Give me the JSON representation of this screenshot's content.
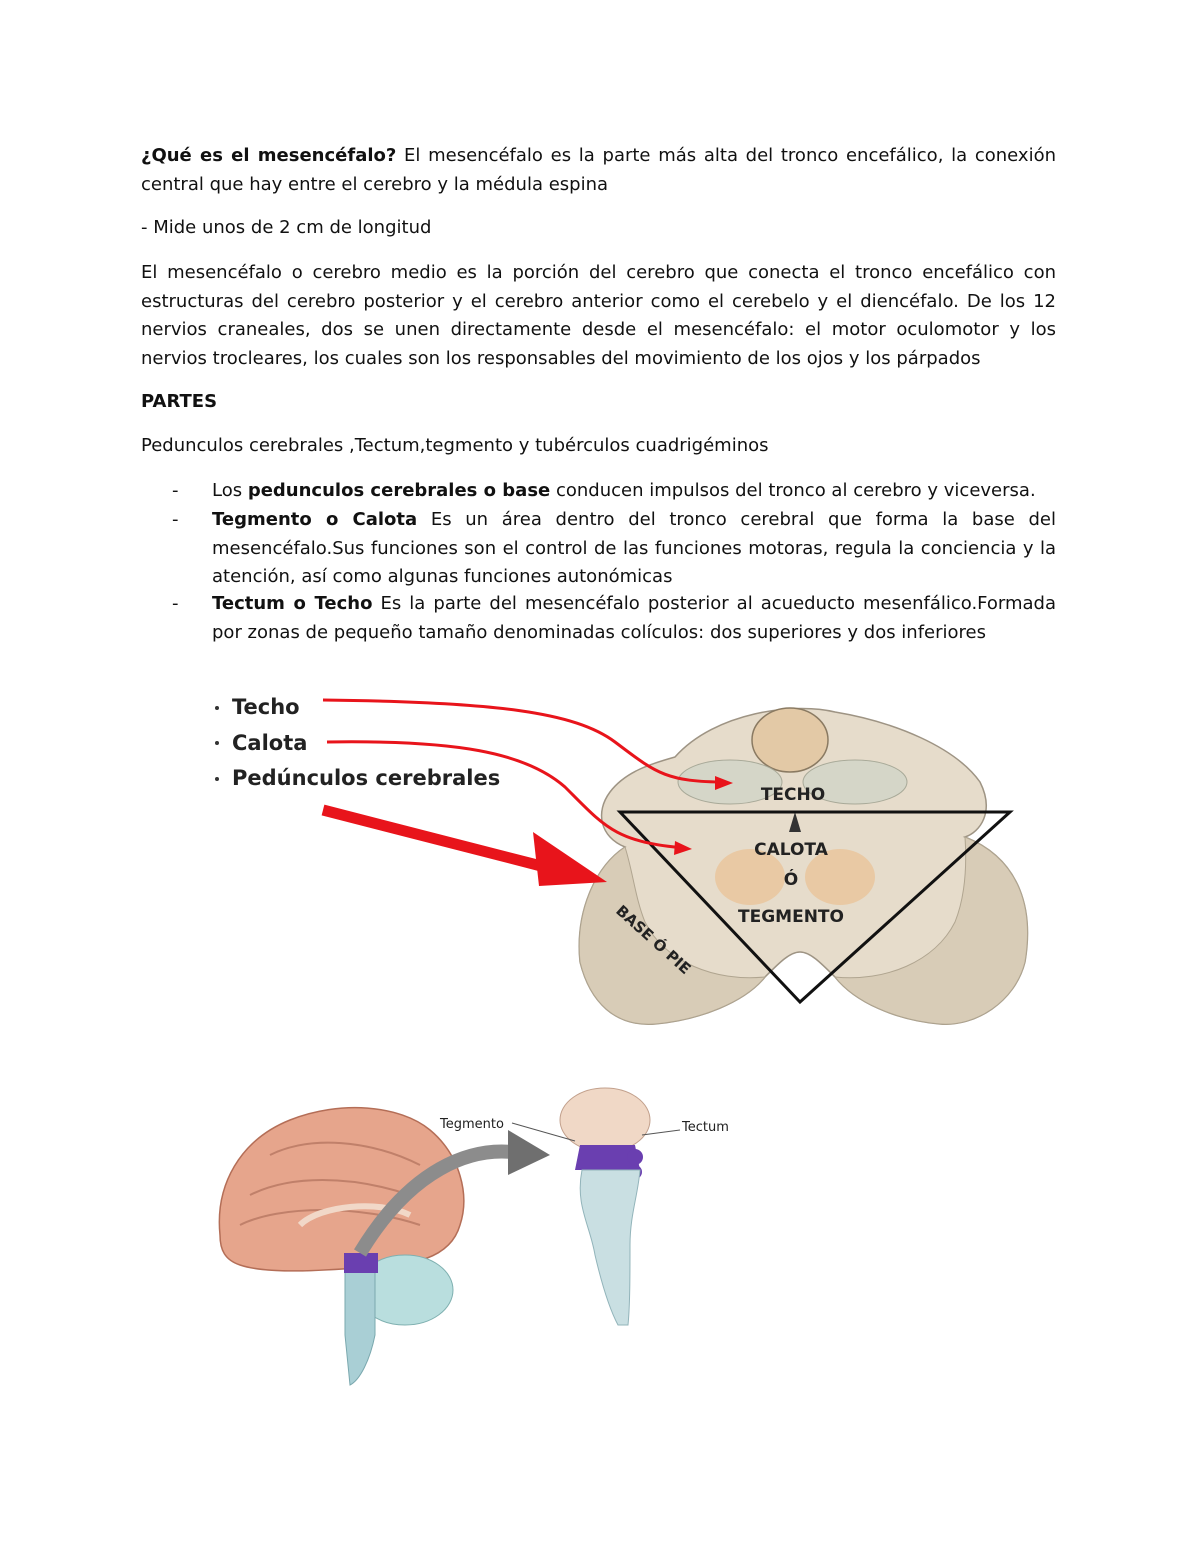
{
  "intro": {
    "question": "¿Qué es el mesencéfalo?",
    "answer": " El mesencéfalo es la parte más alta del tronco encefálico, la conexión central que hay entre el cerebro y la médula espina"
  },
  "length_line": "- Mide unos de 2 cm de longitud",
  "description": "El mesencéfalo o cerebro medio es la porción del cerebro que conecta el tronco encefálico con estructuras del cerebro posterior y el cerebro anterior como el cerebelo y el diencéfalo. De los 12 nervios craneales, dos se unen directamente desde el mesencéfalo: el motor oculomotor y los nervios trocleares, los cuales son los responsables del movimiento de los ojos y los párpados",
  "parts_heading": "PARTES",
  "parts_list": "Pedunculos cerebrales ,Tectum,tegmento  y tubérculos cuadrigéminos",
  "bullets": [
    {
      "dash": "-",
      "prefix": " Los ",
      "term": "pedunculos cerebrales o base",
      "text": "  conducen impulsos del tronco al cerebro y viceversa."
    },
    {
      "dash": "-",
      "prefix": "",
      "term": "Tegmento o Calota",
      "text": " Es un área dentro del tronco cerebral que forma la base del mesencéfalo.Sus funciones son el control de las funciones motoras, regula la conciencia y la atención, así como algunas funciones autonómicas"
    },
    {
      "dash": "-",
      "prefix": "",
      "term": "Tectum o Techo",
      "text": " Es la parte del mesencéfalo posterior al acueducto mesenfálico.Formada por zonas de pequeño tamaño denominadas colículos: dos superiores y dos inferiores"
    }
  ],
  "figure1": {
    "labels": [
      "Techo",
      "Calota",
      "Pedúnculos cerebrales"
    ],
    "region_techo": "TECHO",
    "region_calota_1": "CALOTA",
    "region_calota_2": "Ó",
    "region_calota_3": "TEGMENTO",
    "region_base": "BASE Ó PIE",
    "colors": {
      "arrow": "#e8141b",
      "tissue": "#e6dccb",
      "outline": "#111111"
    }
  },
  "figure2": {
    "label_tegmento": "Tegmento",
    "label_tectum": "Tectum",
    "colors": {
      "midbrain": "#6a3fb0",
      "brain": "#e6a58c",
      "cerebellum": "#b9dede"
    }
  }
}
